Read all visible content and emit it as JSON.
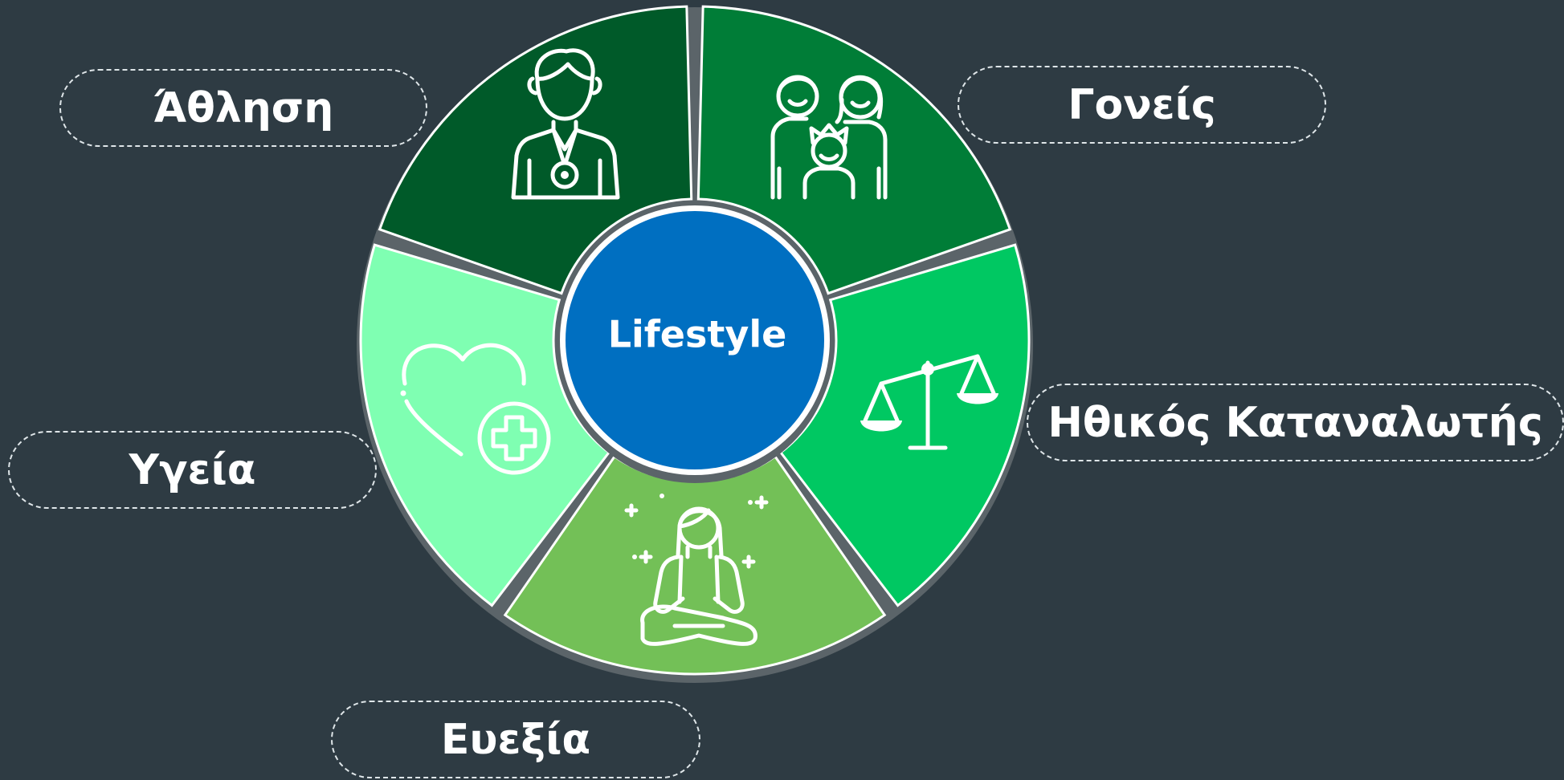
{
  "center": {
    "label": "Lifestyle",
    "color": "#006fc1"
  },
  "segments": [
    {
      "label": "Άθληση",
      "icon": "athlete-with-medal-icon",
      "color": "#005a29"
    },
    {
      "label": "Γονείς",
      "icon": "family-icon",
      "color": "#007d37"
    },
    {
      "label": "Ηθικός Καταναλωτής",
      "icon": "balance-scale-icon",
      "color": "#00c862"
    },
    {
      "label": "Ευεξία",
      "icon": "meditation-icon",
      "color": "#73c057"
    },
    {
      "label": "Υγεία",
      "icon": "heart-plus-icon",
      "color": "#7fffb2"
    }
  ],
  "background": "#2e3b43"
}
